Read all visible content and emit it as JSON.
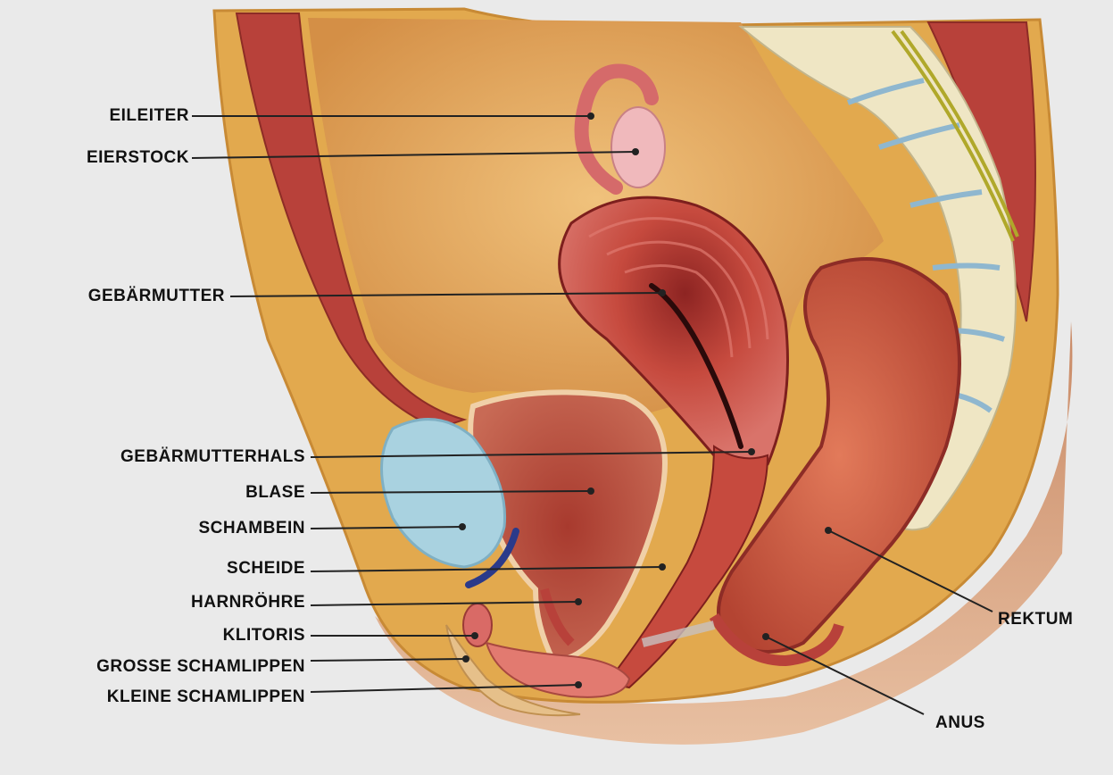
{
  "labels": {
    "eileiter": "EILEITER",
    "eierstock": "EIERSTOCK",
    "gebaermutter": "GEBÄRMUTTER",
    "gebaermutterhals": "GEBÄRMUTTERHALS",
    "blase": "BLASE",
    "schambein": "SCHAMBEIN",
    "scheide": "SCHEIDE",
    "harnroehre": "HARNRÖHRE",
    "klitoris": "KLITORIS",
    "grosse_schamlippen": "GROSSE SCHAMLIPPEN",
    "kleine_schamlippen": "KLEINE SCHAMLIPPEN",
    "rektum": "REKTUM",
    "anus": "ANUS"
  },
  "colors": {
    "background": "#eaeaea",
    "fat": "#e8b04c",
    "muscle": "#b8413a",
    "uterus": "#c23d35",
    "bladder": "#b8483a",
    "pubic_bone": "#a9d2e0",
    "rectum": "#d4654a",
    "spine": "#efe6c4",
    "skin": "#d8a07a",
    "label": "#111111"
  }
}
